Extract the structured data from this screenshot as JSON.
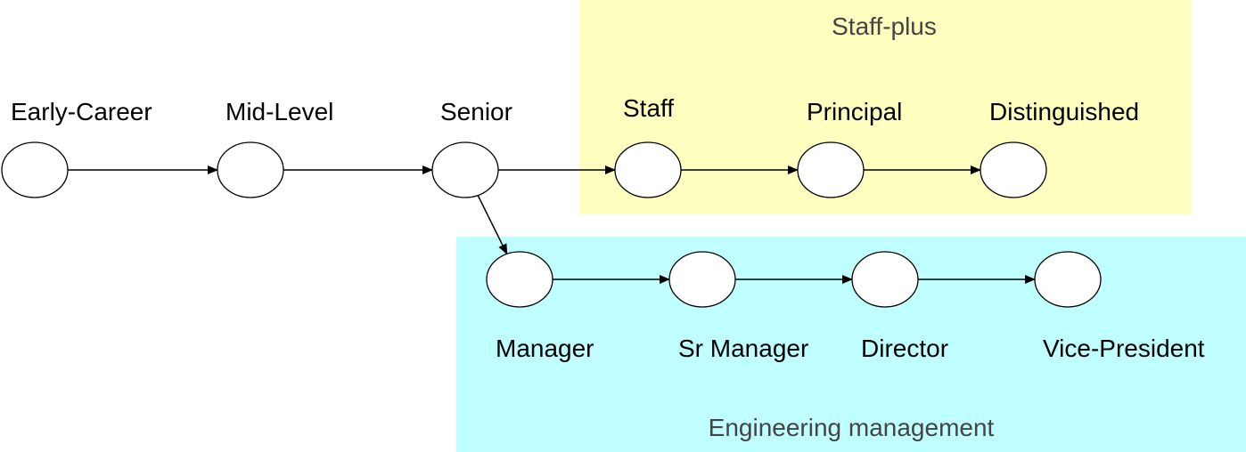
{
  "colors": {
    "staff_plus_fill": "#FFFFC0",
    "management_fill": "#C0FFFF",
    "node_fill": "#FFFFFF",
    "stroke": "#000000",
    "group_label_color": "#444444"
  },
  "groups": {
    "staff_plus": {
      "label": "Staff-plus"
    },
    "management": {
      "label": "Engineering management"
    }
  },
  "nodes": [
    {
      "id": "early_career",
      "label": "Early-Career"
    },
    {
      "id": "mid_level",
      "label": "Mid-Level"
    },
    {
      "id": "senior",
      "label": "Senior"
    },
    {
      "id": "staff",
      "label": "Staff"
    },
    {
      "id": "principal",
      "label": "Principal"
    },
    {
      "id": "distinguished",
      "label": "Distinguished"
    },
    {
      "id": "manager",
      "label": "Manager"
    },
    {
      "id": "sr_manager",
      "label": "Sr Manager"
    },
    {
      "id": "director",
      "label": "Director"
    },
    {
      "id": "vice_president",
      "label": "Vice-President"
    }
  ],
  "edges": [
    {
      "from": "early_career",
      "to": "mid_level"
    },
    {
      "from": "mid_level",
      "to": "senior"
    },
    {
      "from": "senior",
      "to": "staff"
    },
    {
      "from": "staff",
      "to": "principal"
    },
    {
      "from": "principal",
      "to": "distinguished"
    },
    {
      "from": "senior",
      "to": "manager"
    },
    {
      "from": "manager",
      "to": "sr_manager"
    },
    {
      "from": "sr_manager",
      "to": "director"
    },
    {
      "from": "director",
      "to": "vice_president"
    }
  ]
}
